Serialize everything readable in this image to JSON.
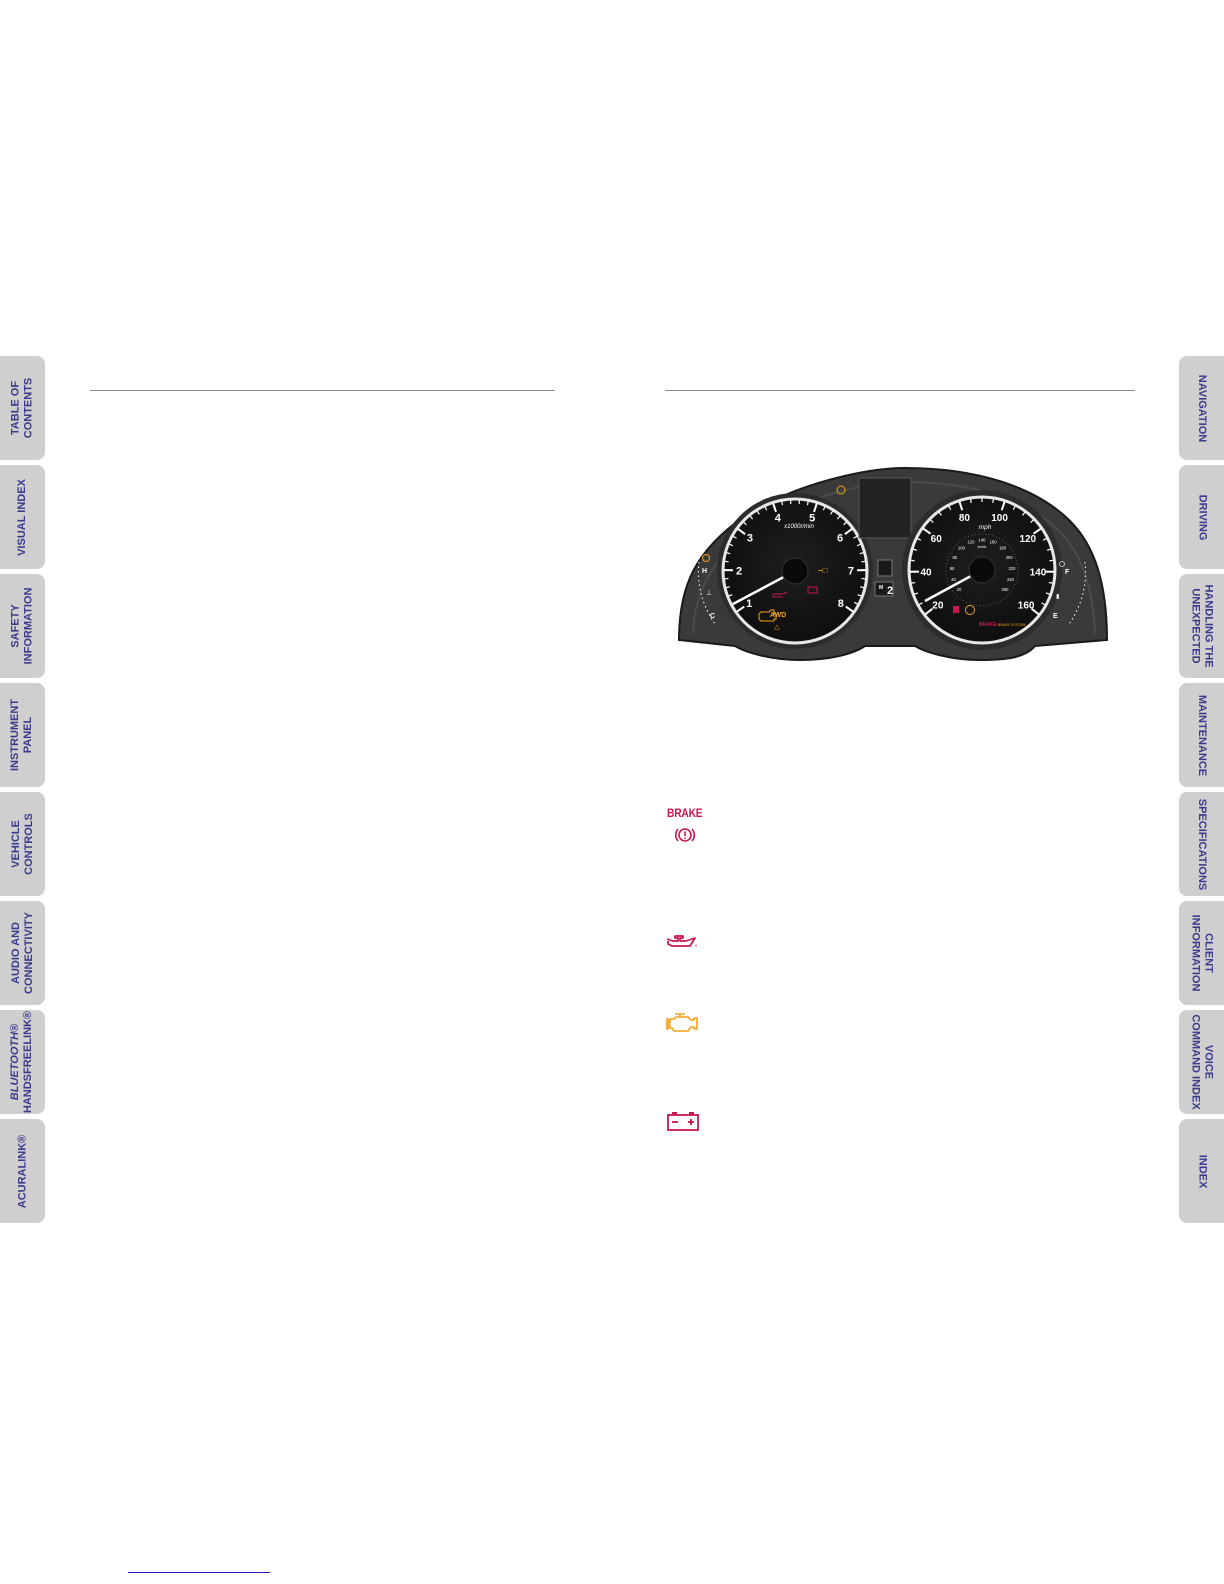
{
  "left_tabs": [
    {
      "line1": "TABLE OF",
      "line2": "CONTENTS"
    },
    {
      "line1": "VISUAL INDEX",
      "line2": ""
    },
    {
      "line1": "SAFETY",
      "line2": "INFORMATION"
    },
    {
      "line1": "INSTRUMENT",
      "line2": "PANEL"
    },
    {
      "line1": "VEHICLE",
      "line2": "CONTROLS"
    },
    {
      "line1": "AUDIO AND",
      "line2": "CONNECTIVITY"
    },
    {
      "line1": "BLUETOOTH®",
      "line2": "HANDSFREELINK®"
    },
    {
      "line1": "ACURALINK®",
      "line2": ""
    }
  ],
  "right_tabs": [
    {
      "line1": "NAVIGATION",
      "line2": ""
    },
    {
      "line1": "DRIVING",
      "line2": ""
    },
    {
      "line1": "HANDLING THE",
      "line2": "UNEXPECTED"
    },
    {
      "line1": "MAINTENANCE",
      "line2": ""
    },
    {
      "line1": "SPECIFICATIONS",
      "line2": ""
    },
    {
      "line1": "CLIENT",
      "line2": "INFORMATION"
    },
    {
      "line1": "VOICE",
      "line2": "COMMAND INDEX"
    },
    {
      "line1": "INDEX",
      "line2": ""
    }
  ],
  "cluster": {
    "tach_numbers": [
      "1",
      "2",
      "3",
      "4",
      "5",
      "6",
      "7",
      "8"
    ],
    "tach_unit": "x1000r/min",
    "speed_numbers": [
      "20",
      "40",
      "60",
      "80",
      "100",
      "120",
      "140",
      "160"
    ],
    "speed_unit": "mph",
    "kmh_numbers": [
      "20",
      "40",
      "60",
      "80",
      "100",
      "120",
      "140",
      "160",
      "180",
      "200",
      "220",
      "240",
      "260"
    ],
    "kmh_unit": "km/h",
    "temp_hot": "H",
    "temp_cold": "C",
    "fuel_full": "F",
    "fuel_empty": "E",
    "awd_label": "AWD",
    "gear_indicator": "M",
    "gear_number": "2",
    "brake_label": "BRAKE",
    "brake_system_label": "BRAKE SYSTEM"
  },
  "legend": {
    "brake_text": "BRAKE"
  },
  "colors": {
    "tab_bg": "#cfcfcf",
    "tab_text": "#3b3a8c",
    "warning_red": "#c8174d",
    "warning_amber": "#f0a21e"
  }
}
